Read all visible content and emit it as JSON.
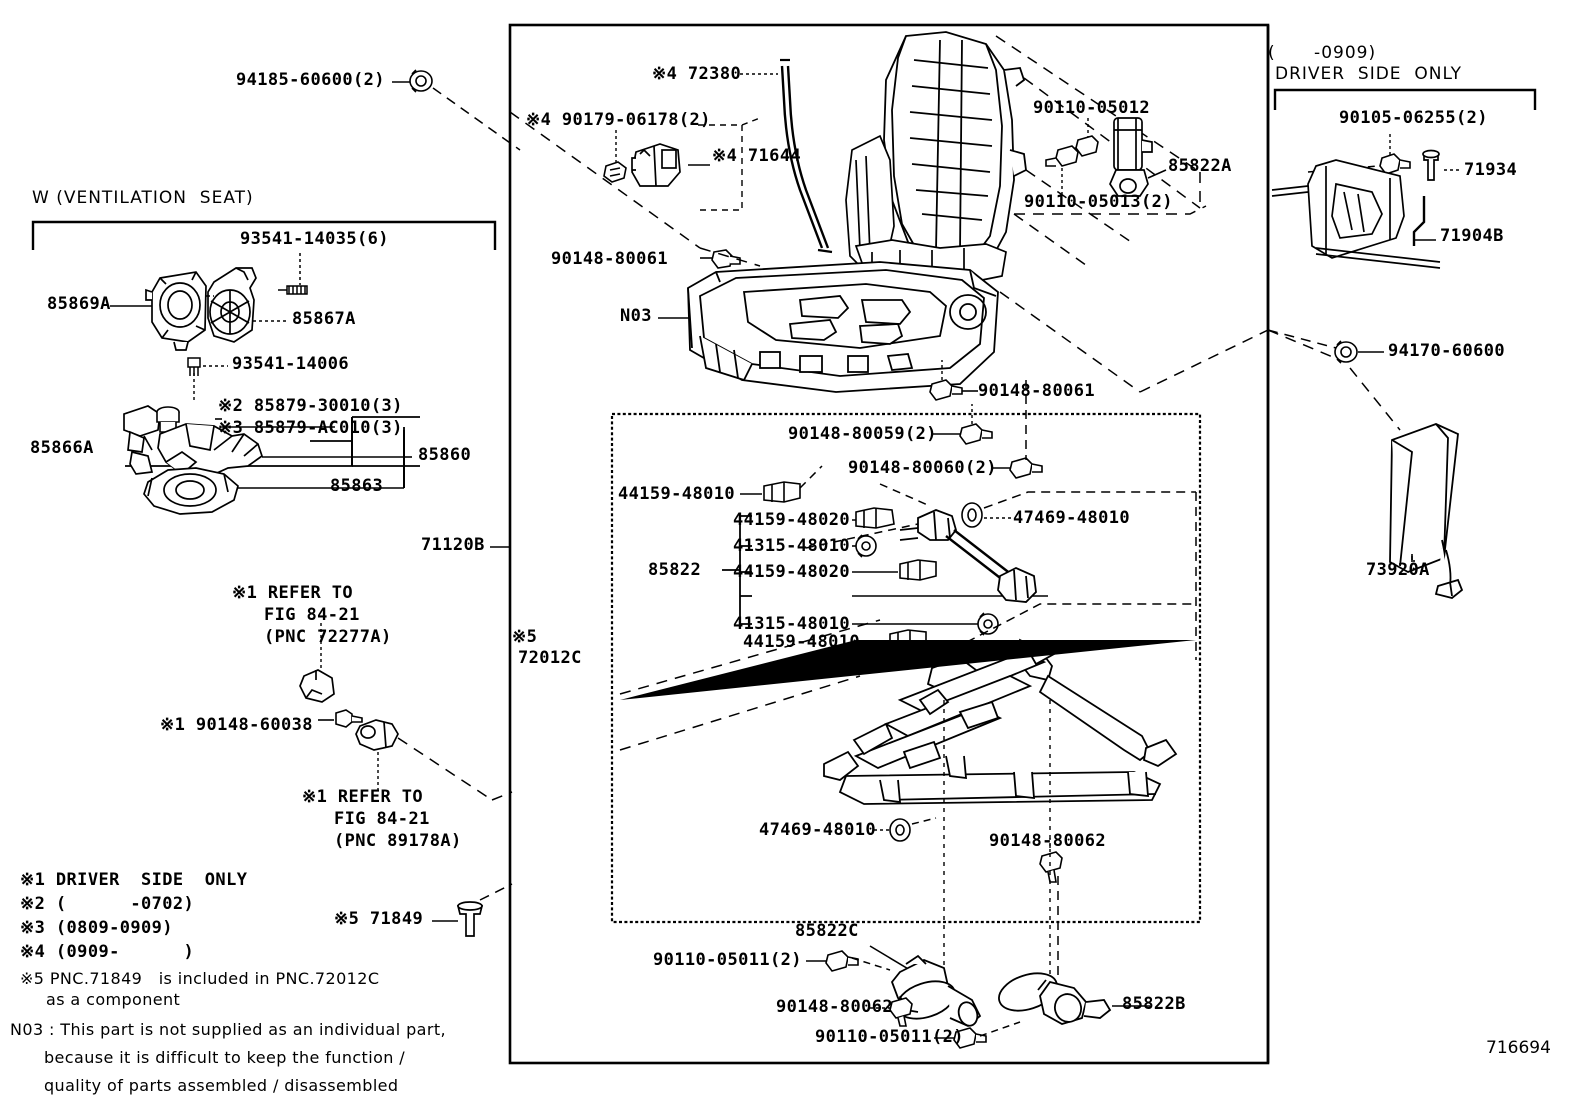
{
  "figure": {
    "number": "716694"
  },
  "sections": {
    "ventilation": {
      "header": "W (VENTILATION  SEAT)"
    },
    "driver_side": {
      "line1": "(      -0909)",
      "line2": "DRIVER  SIDE  ONLY"
    }
  },
  "parts": {
    "p94185": "94185-60600(2)",
    "p93541_14035": "93541-14035(6)",
    "p85869A": "85869A",
    "p85867A": "85867A",
    "p93541_14006": "93541-14006",
    "p85866A": "85866A",
    "p85879_30010": "※2 85879-30010(3)",
    "p85879_AC010": "※3 85879-AC010(3)",
    "p85860": "85860",
    "p85863": "85863",
    "p71120B": "71120B",
    "refer1_l1": "※1 REFER TO",
    "refer1_l2": "FIG 84-21",
    "refer1_l3": "(PNC 72277A)",
    "p90148_60038": "※1 90148-60038",
    "refer2_l1": "※1 REFER TO",
    "refer2_l2": "FIG 84-21",
    "refer2_l3": "(PNC 89178A)",
    "p71849": "※5 71849",
    "p72380": "※4 72380",
    "p90179_06178": "※4 90179-06178(2)",
    "p71644": "※4 71644",
    "p90148_80061_a": "90148-80061",
    "pN03": "N03",
    "p90110_05012": "90110-05012",
    "p85822A": "85822A",
    "p90110_05013": "90110-05013(2)",
    "p90148_80061_b": "90148-80061",
    "p90148_80059": "90148-80059(2)",
    "p90148_80060": "90148-80060(2)",
    "p44159_48010_a": "44159-48010",
    "p44159_48020_a": "44159-48020",
    "p41315_48010_a": "41315-48010",
    "p44159_48020_b": "44159-48020",
    "p41315_48010_b": "41315-48010",
    "p44159_48010_b": "44159-48010",
    "p85822": "85822",
    "p47469_48010_a": "47469-48010",
    "p47469_48010_b": "47469-48010",
    "p90148_80062_a": "90148-80062",
    "p72012C_mark": "※5",
    "p72012C": "72012C",
    "p85822C": "85822C",
    "p90110_05011_a": "90110-05011(2)",
    "p90148_80062_b": "90148-80062",
    "p90110_05011_b": "90110-05011(2)",
    "p85822B": "85822B",
    "p90105_06255": "90105-06255(2)",
    "p71934": "71934",
    "p71904B": "71904B",
    "p94170": "94170-60600",
    "p73920A": "73920A"
  },
  "notes": {
    "n1": "※1 DRIVER  SIDE  ONLY",
    "n2": "※2 (      -0702)",
    "n3": "※3 (0809-0909)",
    "n4": "※4 (0909-      )",
    "n5a": "※5 PNC.71849   is included in PNC.72012C",
    "n5b": "as a component",
    "n03a": "N03 : This part is not supplied as an individual part,",
    "n03b": "because it is difficult to keep the function /",
    "n03c": "quality of parts assembled / disassembled"
  }
}
